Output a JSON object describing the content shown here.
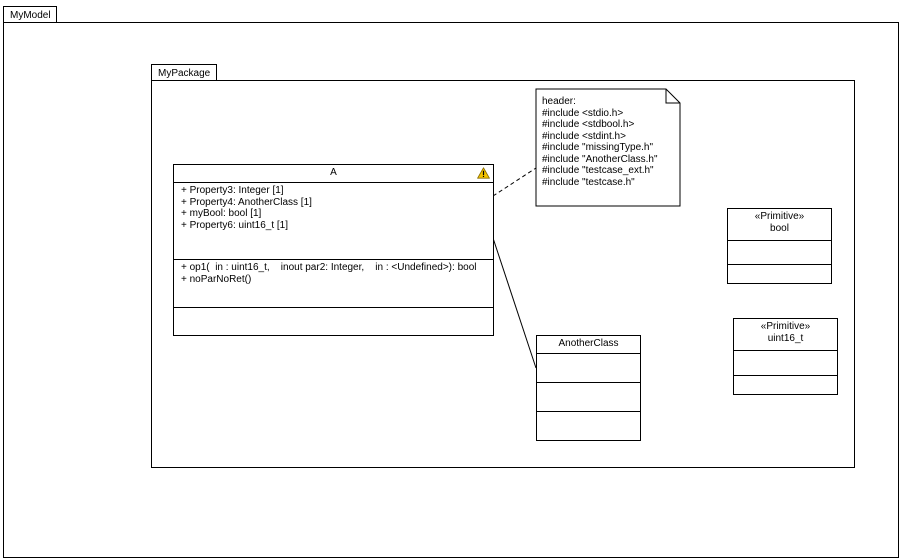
{
  "model": {
    "label": "MyModel"
  },
  "package": {
    "label": "MyPackage"
  },
  "class_a": {
    "name": "A",
    "warning_icon": "warning-icon",
    "properties": [
      "+ Property3: Integer [1]",
      "+ Property4: AnotherClass [1]",
      "+ myBool: bool [1]",
      "+ Property6: uint16_t [1]"
    ],
    "operations": [
      "+ op1(  in : uint16_t,    inout par2: Integer,    in : <Undefined>): bool",
      "+ noParNoRet()"
    ]
  },
  "note": {
    "lines": [
      "header:",
      "#include <stdio.h>",
      "#include <stdbool.h>",
      "#include <stdint.h>",
      "#include \"missingType.h\"",
      "#include \"AnotherClass.h\"",
      "#include \"testcase_ext.h\"",
      "#include \"testcase.h\""
    ]
  },
  "another_class": {
    "name": "AnotherClass"
  },
  "primitive_bool": {
    "stereotype": "«Primitive»",
    "name": "bool"
  },
  "primitive_uint16": {
    "stereotype": "«Primitive»",
    "name": "uint16_t"
  },
  "colors": {
    "line": "#000000",
    "warning": "#f5c400",
    "background": "#ffffff"
  }
}
